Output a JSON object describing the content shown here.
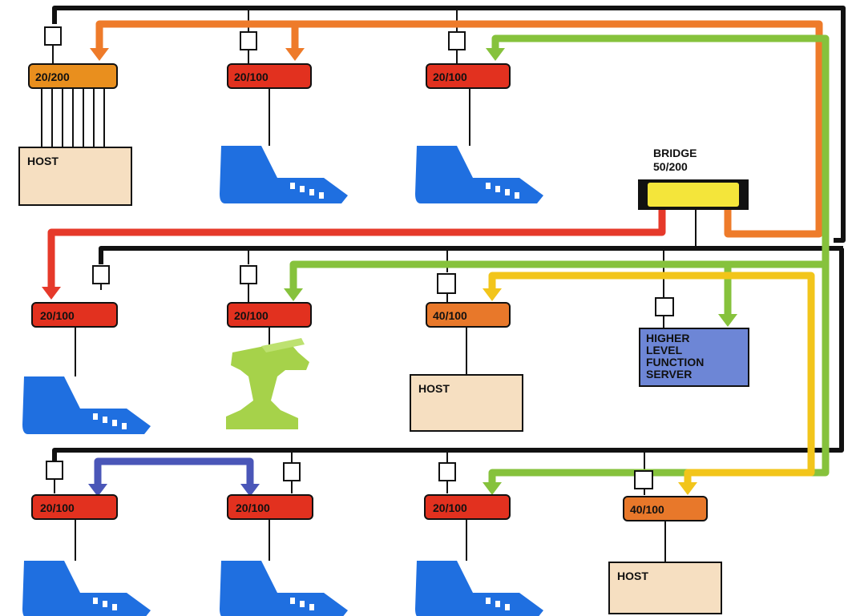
{
  "colors": {
    "bus": "#111111",
    "orange_path": "#ee7b2a",
    "green_path": "#86c23c",
    "yellow_path": "#f2c51b",
    "red_path": "#e6392a",
    "blue_path": "#4a56b8",
    "unit_red": "#e2311f",
    "unit_orange": "#e8782a",
    "unit_gold": "#e98f1e",
    "bridge_yellow": "#f4e53a",
    "host_beige": "#f6dfc1",
    "server_blue": "#6d86d6",
    "terminal_blue": "#1f6fe0",
    "joystick_green": "#a6d24a"
  },
  "units": {
    "u1": "20/200",
    "u2": "20/100",
    "u3": "20/100",
    "u4": "20/100",
    "u5": "20/100",
    "u6": "40/100",
    "u7": "20/100",
    "u8": "20/100",
    "u9": "20/100",
    "u10": "40/100"
  },
  "bridge": {
    "line1": "BRIDGE",
    "line2": "50/200"
  },
  "hosts": {
    "h1": "HOST",
    "h2": "HOST",
    "h3": "HOST"
  },
  "server": {
    "l1": "HIGHER",
    "l2": "LEVEL",
    "l3": "FUNCTION",
    "l4": "SERVER"
  },
  "icons": {
    "terminal": "keyboard-terminal-icon",
    "joystick": "joystick-icon",
    "tap": "bus-tap-icon",
    "arrow": "arrow-head-icon"
  }
}
